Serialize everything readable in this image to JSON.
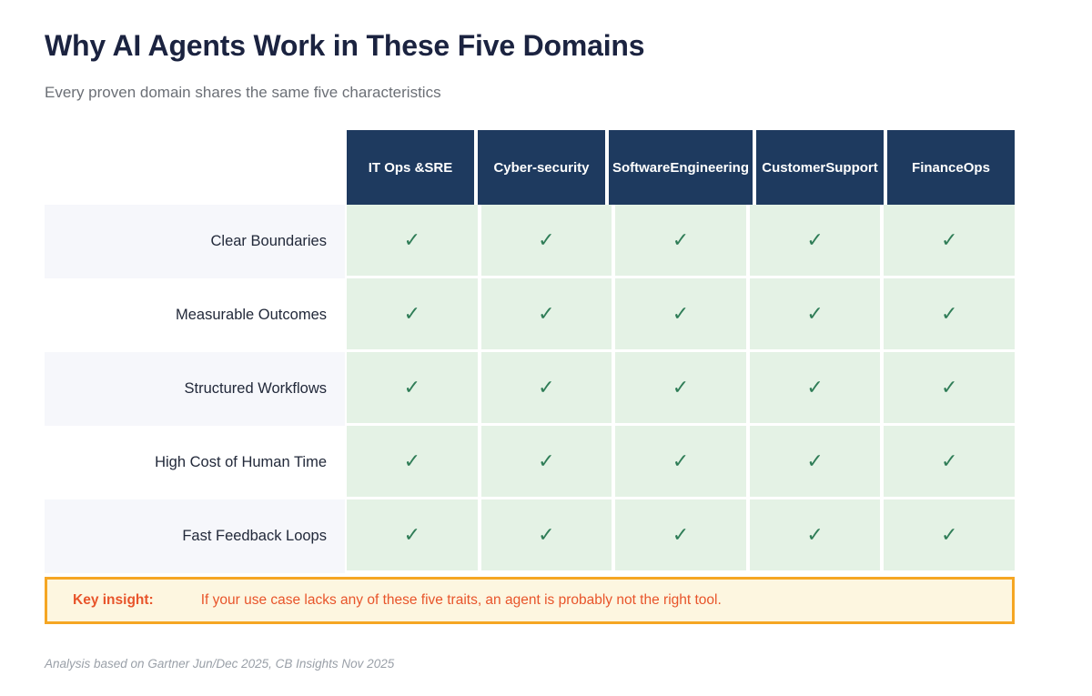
{
  "header": {
    "title": "Why AI Agents Work in These Five Domains",
    "subtitle": "Every proven domain shares the same five characteristics"
  },
  "matrix": {
    "corner_label": "",
    "columns": [
      {
        "label_line1": "IT Ops &",
        "label_line2": "SRE"
      },
      {
        "label_line1": "Cyber-",
        "label_line2": "security"
      },
      {
        "label_line1": "Software",
        "label_line2": "Engineering"
      },
      {
        "label_line1": "Customer",
        "label_line2": "Support"
      },
      {
        "label_line1": "Finance",
        "label_line2": "Ops"
      }
    ],
    "rows": [
      {
        "label": "Clear Boundaries",
        "cells": [
          "✓",
          "✓",
          "✓",
          "✓",
          "✓"
        ]
      },
      {
        "label": "Measurable Outcomes",
        "cells": [
          "✓",
          "✓",
          "✓",
          "✓",
          "✓"
        ]
      },
      {
        "label": "Structured Workflows",
        "cells": [
          "✓",
          "✓",
          "✓",
          "✓",
          "✓"
        ]
      },
      {
        "label": "High Cost of Human Time",
        "cells": [
          "✓",
          "✓",
          "✓",
          "✓",
          "✓"
        ]
      },
      {
        "label": "Fast Feedback Loops",
        "cells": [
          "✓",
          "✓",
          "✓",
          "✓",
          "✓"
        ]
      }
    ]
  },
  "insight": {
    "label": "Key insight:",
    "text": "If your use case lacks any of these five traits, an agent is probably not the right tool."
  },
  "footer": {
    "source": "Analysis based on Gartner Jun/Dec 2025, CB Insights Nov 2025"
  },
  "colors": {
    "header_navy": "#1e3a5f",
    "cell_green": "#e4f2e5",
    "check_green": "#2f7d57",
    "row_alt": "#f6f7fb",
    "accent_orange": "#f5a623",
    "insight_text": "#e8542a",
    "title": "#1b2340",
    "subtitle": "#6b6f76",
    "footer": "#9aa0a8"
  },
  "chart_data": {
    "type": "table",
    "title": "Why AI Agents Work in These Five Domains",
    "subtitle": "Every proven domain shares the same five characteristics",
    "columns": [
      "IT Ops & SRE",
      "Cyber-security",
      "Software Engineering",
      "Customer Support",
      "Finance Ops"
    ],
    "row_labels": [
      "Clear Boundaries",
      "Measurable Outcomes",
      "Structured Workflows",
      "High Cost of Human Time",
      "Fast Feedback Loops"
    ],
    "values": [
      [
        true,
        true,
        true,
        true,
        true
      ],
      [
        true,
        true,
        true,
        true,
        true
      ],
      [
        true,
        true,
        true,
        true,
        true
      ],
      [
        true,
        true,
        true,
        true,
        true
      ],
      [
        true,
        true,
        true,
        true,
        true
      ]
    ],
    "marker": "✓",
    "annotations": [
      "Key insight: If your use case lacks any of these five traits, an agent is probably not the right tool.",
      "Analysis based on Gartner Jun/Dec 2025, CB Insights Nov 2025"
    ]
  }
}
